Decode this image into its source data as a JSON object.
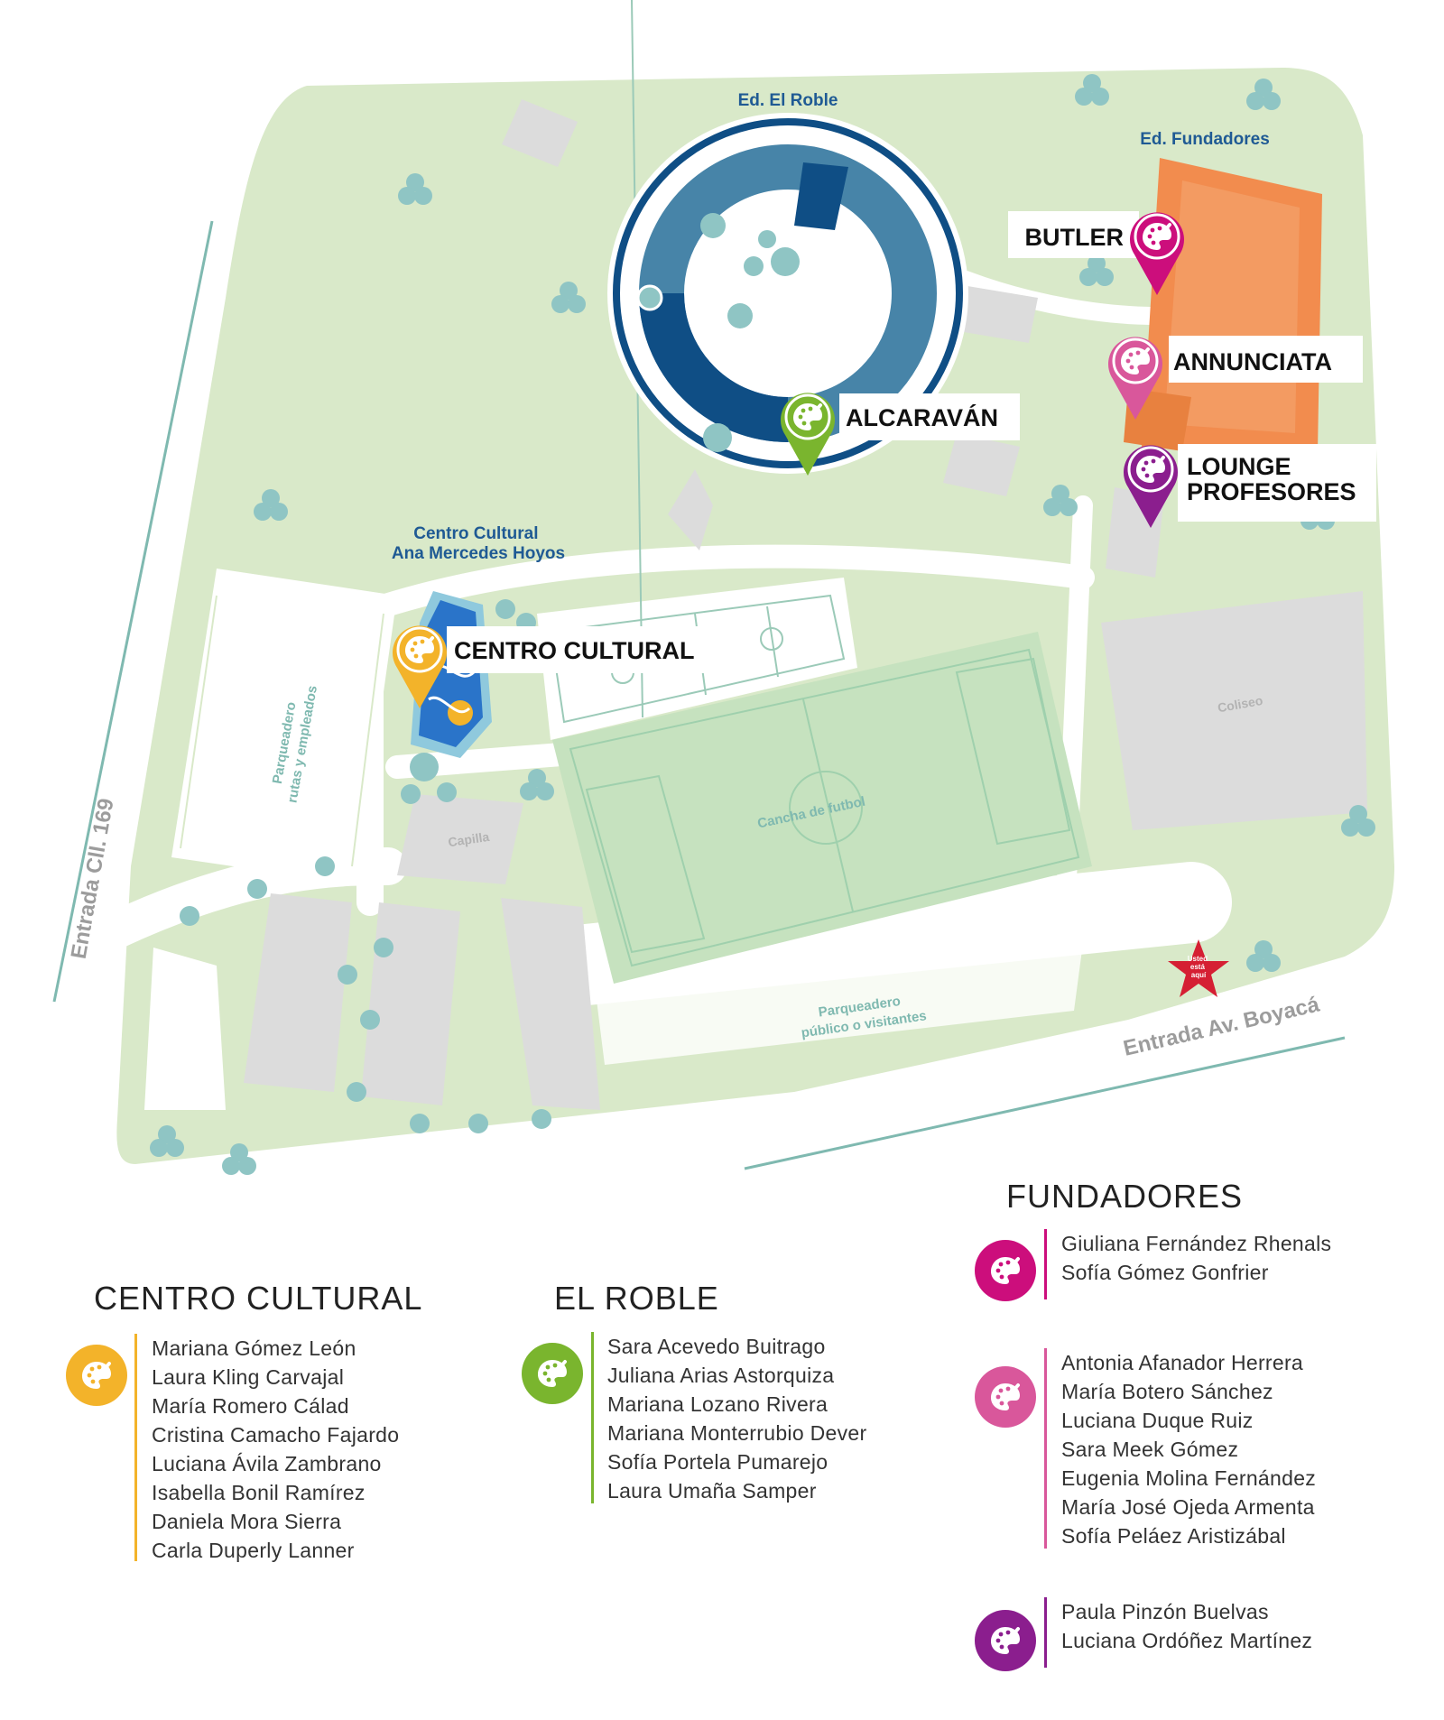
{
  "map": {
    "buildings": {
      "roble": "Ed. El Roble",
      "fundadores": "Ed. Fundadores",
      "centro_cultural_line1": "Centro Cultural",
      "centro_cultural_line2": "Ana Mercedes Hoyos",
      "capilla": "Capilla",
      "coliseo": "Coliseo",
      "cancha": "Cancha de futbol"
    },
    "parking": {
      "empleados_line1": "Parqueadero",
      "empleados_line2": "rutas y empleados",
      "visitantes_line1": "Parqueadero",
      "visitantes_line2": "público o visitantes"
    },
    "entrances": {
      "calle": "Entrada Cll. 169",
      "boyaca": "Entrada Av. Boyacá"
    },
    "you_are_here": [
      "Usted",
      "está",
      "aquí"
    ],
    "pins": {
      "butler": "BUTLER",
      "annunciata": "ANNUNCIATA",
      "lounge_line1": "LOUNGE",
      "lounge_line2": "PROFESORES",
      "alcaravan": "ALCARAVÁN",
      "centro": "CENTRO CULTURAL"
    },
    "icon": "palette-icon",
    "colors": {
      "grass": "#d9e9c9",
      "roble_dark": "#0f4e85",
      "roble_mid": "#4784a8",
      "fundadores": "#f28c4e",
      "cultural": "#2a74c9",
      "star": "#d51f33",
      "centro": "#f3b32a",
      "roble": "#7ab52e",
      "butler": "#cc0e7c",
      "annunciata": "#d9579b",
      "lounge": "#8b1e8e"
    }
  },
  "legend": {
    "centro": {
      "title": "CENTRO CULTURAL",
      "names": [
        "Mariana Gómez León",
        "Laura Kling Carvajal",
        "María Romero Cálad",
        "Cristina Camacho Fajardo",
        "Luciana Ávila Zambrano",
        "Isabella Bonil Ramírez",
        "Daniela Mora Sierra",
        "Carla Duperly Lanner"
      ]
    },
    "roble": {
      "title": "EL ROBLE",
      "names": [
        "Sara Acevedo Buitrago",
        "Juliana Arias Astorquiza",
        "Mariana Lozano Rivera",
        "Mariana Monterrubio Dever",
        "Sofía Portela Pumarejo",
        "Laura Umaña Samper"
      ]
    },
    "fundadores": {
      "title": "FUNDADORES",
      "group1": [
        "Giuliana Fernández Rhenals",
        "Sofía Gómez Gonfrier"
      ],
      "group2": [
        "Antonia Afanador Herrera",
        "María Botero Sánchez",
        "Luciana Duque Ruiz",
        "Sara Meek Gómez",
        "Eugenia Molina Fernández",
        "María José Ojeda Armenta",
        "Sofía Peláez Aristizábal"
      ],
      "group3": [
        "Paula Pinzón Buelvas",
        "Luciana Ordóñez Martínez"
      ]
    }
  }
}
